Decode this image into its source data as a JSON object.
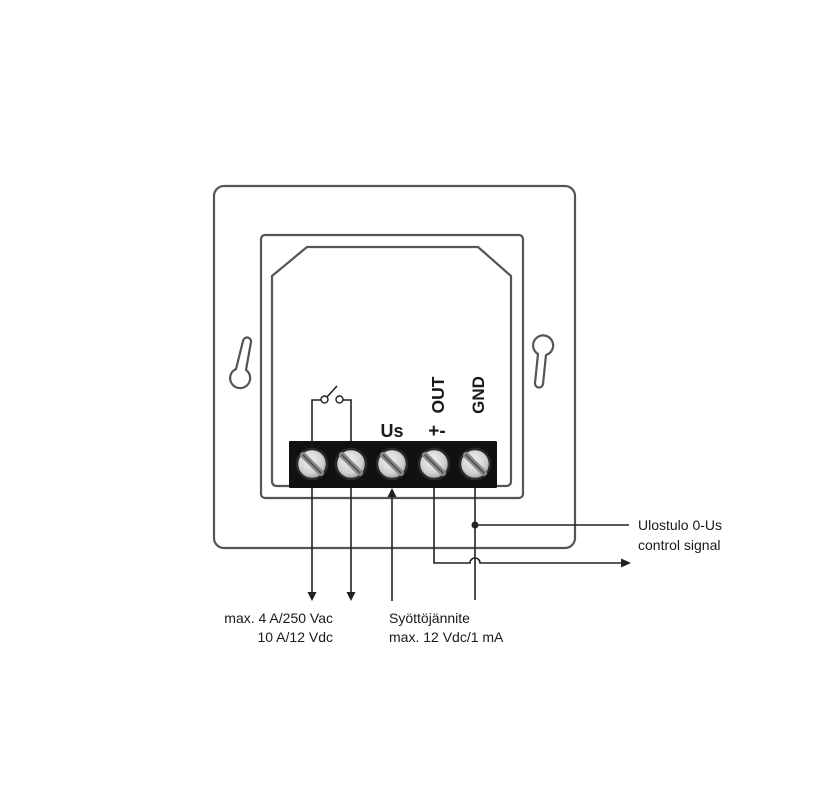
{
  "terminal_labels": {
    "us": "Us",
    "out_polarity": "+-",
    "out": "OUT",
    "gnd": "GND"
  },
  "notes": {
    "switch_rating_line1": "max. 4 A/250 Vac",
    "switch_rating_line2": "10 A/12 Vdc",
    "supply_line1": "Syöttöjännite",
    "supply_line2": "max. 12 Vdc/1 mA",
    "output_line1": "Ulostulo 0-Us",
    "output_line2": "control signal"
  },
  "colors": {
    "line": "#222222",
    "frame": "#555555",
    "terminal_block": "#111111"
  }
}
